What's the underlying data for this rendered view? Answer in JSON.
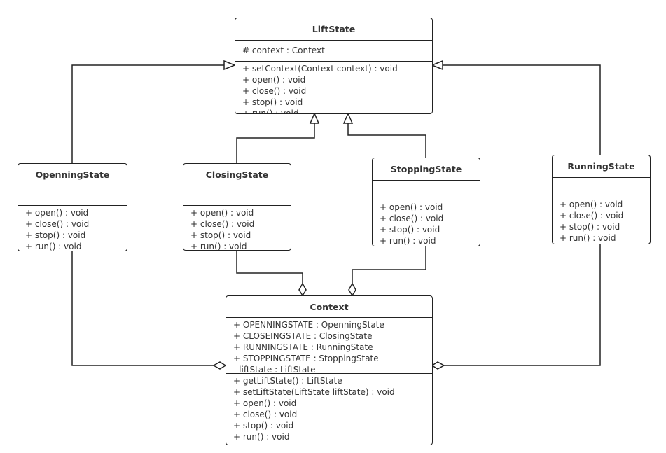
{
  "classes": {
    "liftstate": {
      "name": "LiftState",
      "attributes": [
        "# context : Context"
      ],
      "methods": [
        "+ setContext(Context context) : void",
        "+ open() : void",
        "+ close() : void",
        "+ stop() : void",
        "+ run() : void"
      ]
    },
    "openning": {
      "name": "OpenningState",
      "attributes": [],
      "methods": [
        "+ open() : void",
        "+ close() : void",
        "+ stop() : void",
        "+ run() : void"
      ]
    },
    "closing": {
      "name": "ClosingState",
      "attributes": [],
      "methods": [
        "+ open() : void",
        "+ close() : void",
        "+ stop() : void",
        "+ run() : void"
      ]
    },
    "stopping": {
      "name": "StoppingState",
      "attributes": [],
      "methods": [
        "+ open() : void",
        "+ close() : void",
        "+ stop() : void",
        "+ run() : void"
      ]
    },
    "running": {
      "name": "RunningState",
      "attributes": [],
      "methods": [
        "+ open() : void",
        "+ close() : void",
        "+ stop() : void",
        "+ run() : void"
      ]
    },
    "context": {
      "name": "Context",
      "attributes": [
        "+ OPENNINGSTATE : OpenningState",
        "+ CLOSEINGSTATE : ClosingState",
        "+ RUNNINGSTATE : RunningState",
        "+ STOPPINGSTATE : StoppingState",
        "- liftState : LiftState"
      ],
      "methods": [
        "+ getLiftState() : LiftState",
        "+ setLiftState(LiftState liftState) : void",
        "+ open() : void",
        "+ close() : void",
        "+ stop() : void",
        "+ run() : void"
      ]
    }
  },
  "relations": [
    {
      "from": "OpenningState",
      "to": "LiftState",
      "type": "generalization"
    },
    {
      "from": "ClosingState",
      "to": "LiftState",
      "type": "generalization"
    },
    {
      "from": "StoppingState",
      "to": "LiftState",
      "type": "generalization"
    },
    {
      "from": "RunningState",
      "to": "LiftState",
      "type": "generalization"
    },
    {
      "from": "OpenningState",
      "to": "Context",
      "type": "aggregation"
    },
    {
      "from": "ClosingState",
      "to": "Context",
      "type": "aggregation"
    },
    {
      "from": "StoppingState",
      "to": "Context",
      "type": "aggregation"
    },
    {
      "from": "RunningState",
      "to": "Context",
      "type": "aggregation"
    }
  ]
}
